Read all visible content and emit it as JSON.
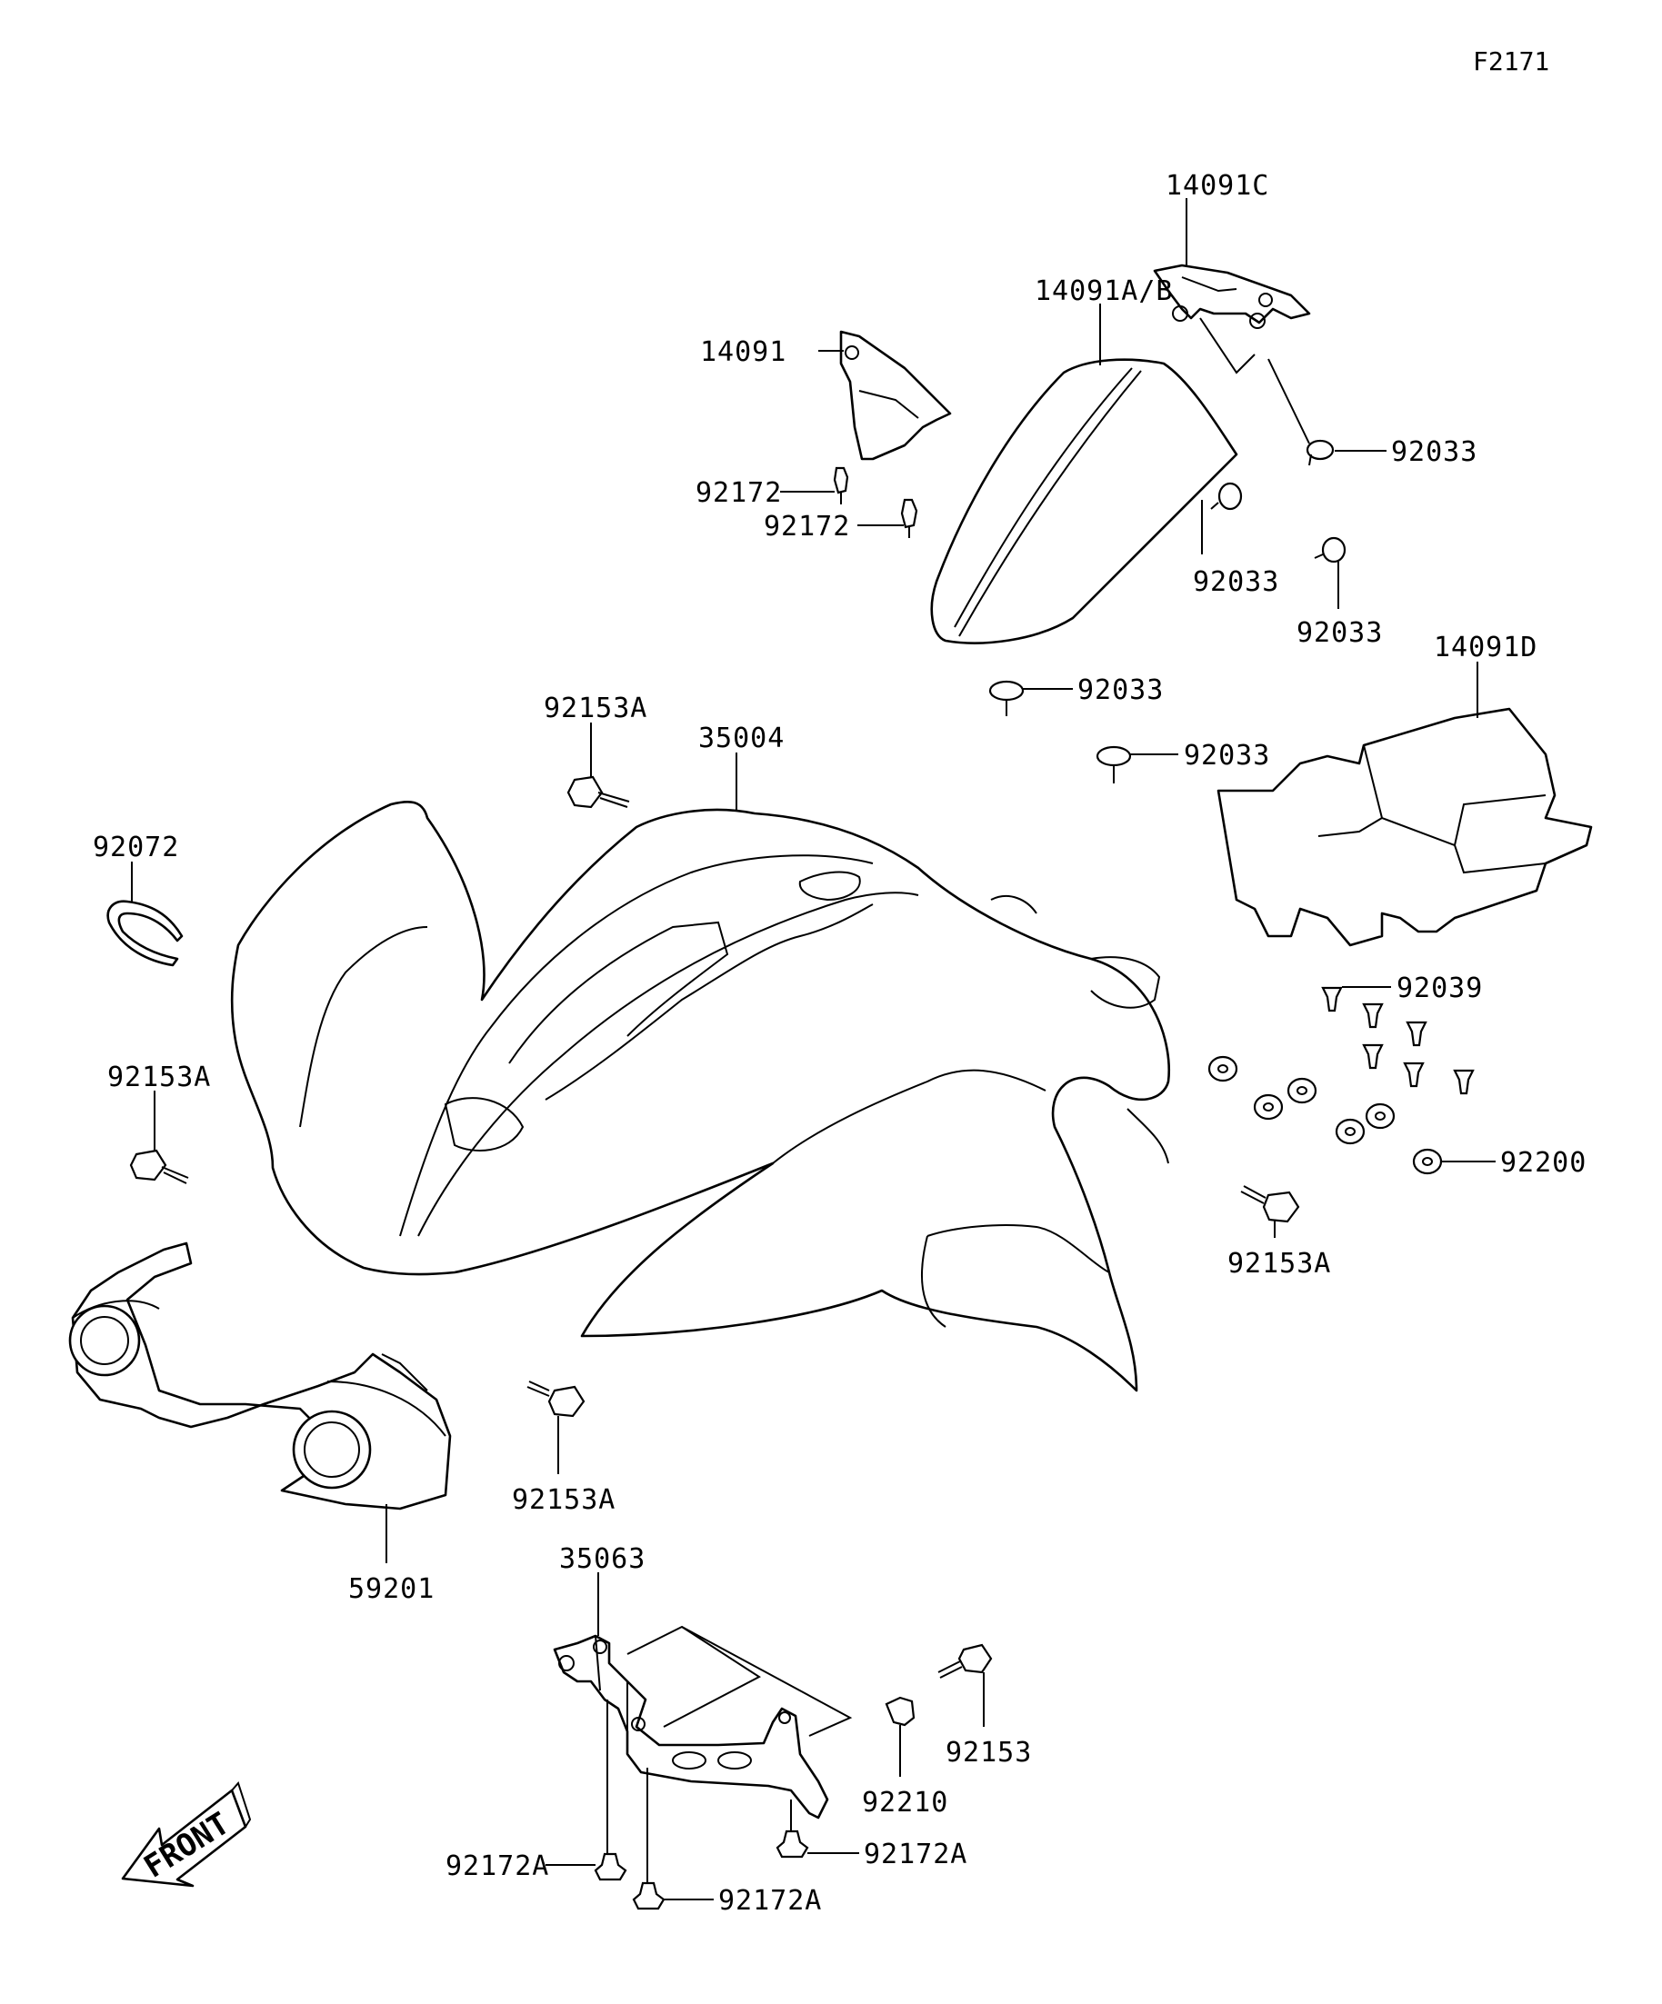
{
  "figure_code": "F2171",
  "orientation_label": "FRONT",
  "callouts": [
    {
      "id": "c-14091c",
      "text": "14091C"
    },
    {
      "id": "c-14091ab",
      "text": "14091A/B"
    },
    {
      "id": "c-14091",
      "text": "14091"
    },
    {
      "id": "c-92033-a",
      "text": "92033"
    },
    {
      "id": "c-92172-a",
      "text": "92172"
    },
    {
      "id": "c-92172-b",
      "text": "92172"
    },
    {
      "id": "c-92033-b",
      "text": "92033"
    },
    {
      "id": "c-92033-c",
      "text": "92033"
    },
    {
      "id": "c-14091d",
      "text": "14091D"
    },
    {
      "id": "c-92153a-a",
      "text": "92153A"
    },
    {
      "id": "c-35004",
      "text": "35004"
    },
    {
      "id": "c-92033-d",
      "text": "92033"
    },
    {
      "id": "c-92033-e",
      "text": "92033"
    },
    {
      "id": "c-92072",
      "text": "92072"
    },
    {
      "id": "c-92039",
      "text": "92039"
    },
    {
      "id": "c-92153a-b",
      "text": "92153A"
    },
    {
      "id": "c-92200",
      "text": "92200"
    },
    {
      "id": "c-92153a-c",
      "text": "92153A"
    },
    {
      "id": "c-92153a-d",
      "text": "92153A"
    },
    {
      "id": "c-59201",
      "text": "59201"
    },
    {
      "id": "c-35063",
      "text": "35063"
    },
    {
      "id": "c-92153",
      "text": "92153"
    },
    {
      "id": "c-92210",
      "text": "92210"
    },
    {
      "id": "c-92172a-a",
      "text": "92172A"
    },
    {
      "id": "c-92172a-b",
      "text": "92172A"
    },
    {
      "id": "c-92172a-c",
      "text": "92172A"
    }
  ]
}
